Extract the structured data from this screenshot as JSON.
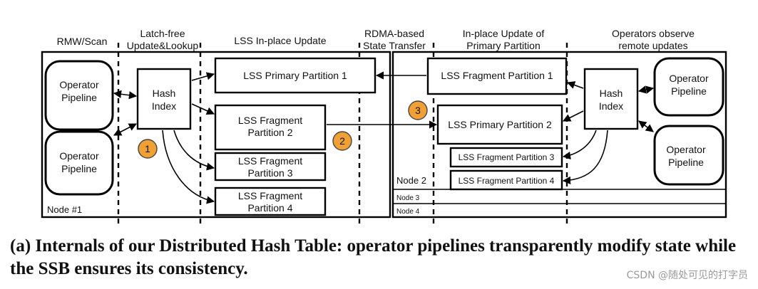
{
  "columns": {
    "rmw_scan": "RMW/Scan",
    "latch_free_1": "Latch-free",
    "latch_free_2": "Update&Lookup",
    "lss_inplace": "LSS In-place Update",
    "rdma_1": "RDMA-based",
    "rdma_2": "State Transfer",
    "inplace_primary_1": "In-place Update of",
    "inplace_primary_2": "Primary Partition",
    "observe_1": "Operators observe",
    "observe_2": "remote updates"
  },
  "node1": {
    "label": "Node #1",
    "pipeline_top": [
      "Operator",
      "Pipeline"
    ],
    "pipeline_bottom": [
      "Operator",
      "Pipeline"
    ],
    "hash_index": [
      "Hash",
      "Index"
    ],
    "primary_partition": "LSS Primary Partition 1",
    "fragment2": [
      "LSS Fragment",
      "Partition 2"
    ],
    "fragment3": [
      "LSS  Fragment",
      "Partition 3"
    ],
    "fragment4": [
      "LSS Fragment",
      "Partition 4"
    ]
  },
  "node2": {
    "label": "Node 2",
    "fragment1": "LSS Fragment Partition 1",
    "primary_partition": "LSS Primary Partition 2",
    "fragment3": "LSS Fragment Partition 3",
    "fragment4": "LSS Fragment Partition 4",
    "hash_index": [
      "Hash",
      "Index"
    ],
    "pipeline_top": [
      "Operator",
      "Pipeline"
    ],
    "pipeline_bottom": [
      "Operator",
      "Pipeline"
    ]
  },
  "other_nodes": [
    "Node 3",
    "Node 4"
  ],
  "steps": [
    "1",
    "2",
    "3"
  ],
  "colors": {
    "step_fill": "#F0A035",
    "step_stroke": "#444444"
  },
  "caption": "(a) Internals of our Distributed Hash Table: operator pipelines transparently modify state while the SSB ensures its consistency.",
  "watermark": "CSDN @随处可见的打字员"
}
